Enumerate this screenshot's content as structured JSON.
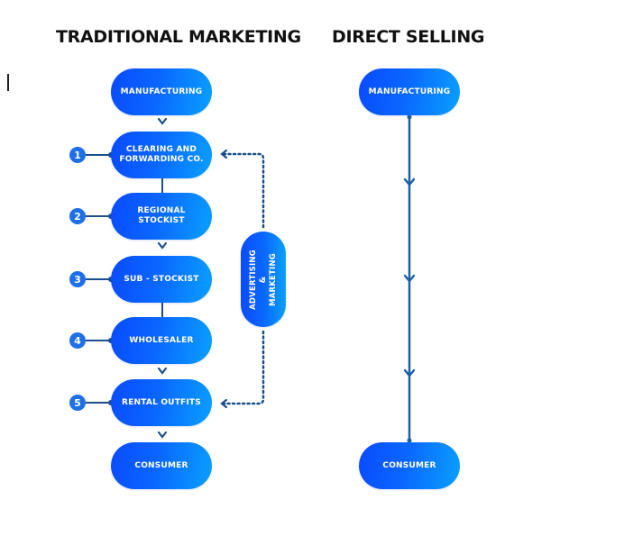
{
  "colors": {
    "pill_start": "#0a4bff",
    "pill_end": "#0aa0ff",
    "connector": "#1a4f8a",
    "badge": "#1e6fe8",
    "heading": "#111111"
  },
  "traditional": {
    "title": "TRADITIONAL MARKETING",
    "steps": [
      {
        "label": "MANUFACTURING",
        "badge": null
      },
      {
        "label": "CLEARING AND\nFORWARDING CO.",
        "badge": "1"
      },
      {
        "label": "REGIONAL\nSTOCKIST",
        "badge": "2"
      },
      {
        "label": "SUB - STOCKIST",
        "badge": "3"
      },
      {
        "label": "WHOLESALER",
        "badge": "4"
      },
      {
        "label": "RENTAL OUTFITS",
        "badge": "5"
      },
      {
        "label": "CONSUMER",
        "badge": null
      }
    ],
    "side_box": {
      "label": "ADVERTISING\n& MARKETING"
    }
  },
  "direct": {
    "title": "DIRECT SELLING",
    "steps": [
      {
        "label": "MANUFACTURING"
      },
      {
        "label": "CONSUMER"
      }
    ]
  },
  "icons": {
    "arrow_down": "chevron-down-icon",
    "dotted_arrow_left": "dotted-arrow-left-icon",
    "text_cursor": "text-cursor-icon"
  }
}
